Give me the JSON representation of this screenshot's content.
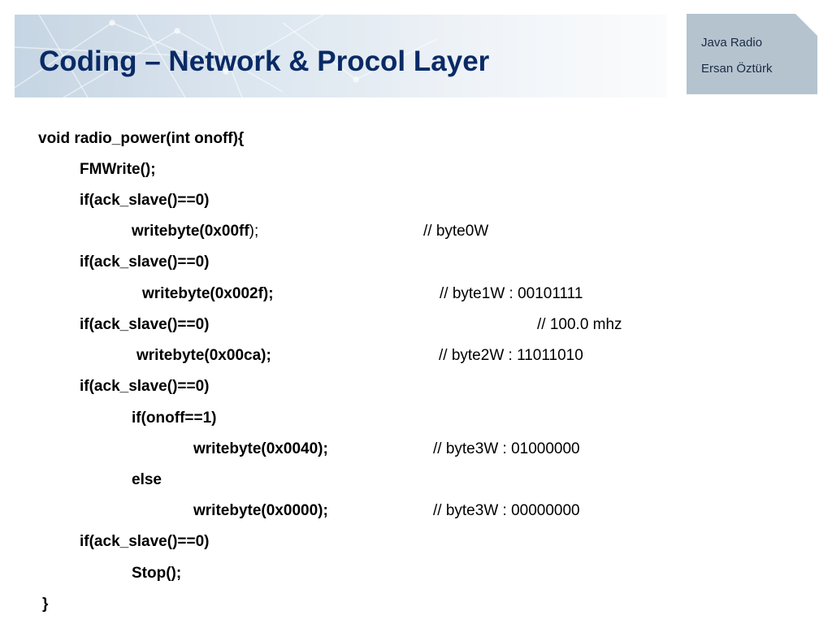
{
  "slide": {
    "title": "Coding – Network & Procol Layer",
    "tag": {
      "line1": "Java Radio",
      "line2": "Ersan Öztürk"
    }
  },
  "code": {
    "lines": [
      {
        "bold": "void radio_power(int onoff){"
      },
      {
        "bold": "FMWrite();"
      },
      {
        "bold": "if(ack_slave()==0)"
      },
      {
        "bold": "writebyte(0x00ff",
        "normal": ");",
        "comment": "//   byte0W"
      },
      {
        "bold": "if(ack_slave()==0)"
      },
      {
        "bold": "writebyte(0x002f);",
        "comment": "//   byte1W     : 00101111"
      },
      {
        "bold": "if(ack_slave()==0)",
        "comment": "// 100.0 mhz"
      },
      {
        "bold": "writebyte(0x00ca);",
        "comment": "//   byte2W     : 11011010"
      },
      {
        "bold": "if(ack_slave()==0)"
      },
      {
        "bold": "if(onoff==1)"
      },
      {
        "bold": "writebyte(0x0040);",
        "comment": "//   byte3W       : 01000000"
      },
      {
        "bold": "else"
      },
      {
        "bold": "writebyte(0x0000);",
        "comment": "//   byte3W       : 00000000"
      },
      {
        "bold": "if(ack_slave()==0)"
      },
      {
        "bold": "Stop();"
      },
      {
        "bold": "}"
      }
    ]
  },
  "colors": {
    "title": "#0a2a66",
    "tag_background": "#b5c3cf",
    "header_band": "#d9e4ee"
  }
}
